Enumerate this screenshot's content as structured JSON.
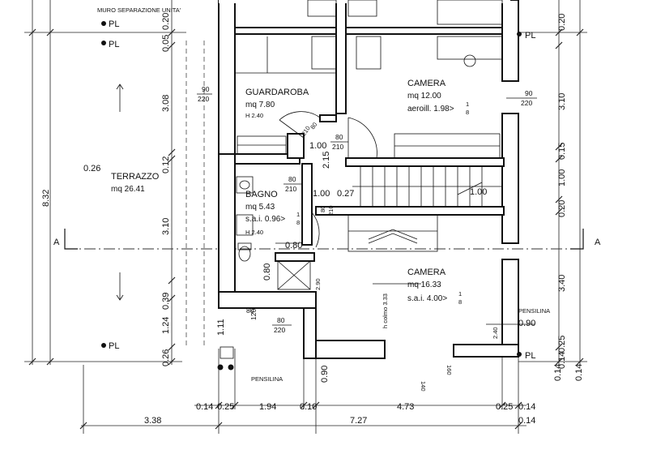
{
  "plan": {
    "header_label": "MURO SEPARAZIONE UNITA'",
    "section_marker": "A",
    "level_marker": "PL",
    "rooms": {
      "guardaroba": {
        "name": "GUARDAROBA",
        "area": "mq 7.80",
        "height": "H 2.40"
      },
      "camera_top": {
        "name": "CAMERA",
        "area": "mq 12.00",
        "ratio": "aeroill. 1.98>",
        "ratio_frac_num": "1",
        "ratio_frac_den": "8"
      },
      "terrazzo": {
        "name": "TERRAZZO",
        "area": "mq 26.41"
      },
      "bagno": {
        "name": "BAGNO",
        "area": "mq 5.43",
        "ratio": "s.a.i. 0.96>",
        "ratio_frac_num": "1",
        "ratio_frac_den": "8",
        "height": "H 2.40"
      },
      "camera_bottom": {
        "name": "CAMERA",
        "area": "mq 16.33",
        "ratio": "s.a.i. 4.00>",
        "ratio_frac_num": "1",
        "ratio_frac_den": "8"
      }
    },
    "labels": {
      "pensilina_bottom": "PENSILINA",
      "pensilina_right": "PENSILINA",
      "h_colmo": "h colmo 3.33"
    },
    "openings": {
      "w90_220_left": {
        "num": "90",
        "den": "220"
      },
      "w90_220_right": {
        "num": "90",
        "den": "220"
      },
      "d80_210_guard": {
        "num": "80",
        "den": "210"
      },
      "d80_210_mid": {
        "num": "80",
        "den": "210"
      },
      "d80_210_bagno": {
        "num": "80",
        "den": "210"
      },
      "d80_210_vert": {
        "num": "80",
        "den": "210"
      },
      "d80_120": {
        "num": "80",
        "den": "120"
      },
      "d80_220": {
        "num": "80",
        "den": "220"
      }
    },
    "dims_left_vertical": [
      "0.20",
      "0.05",
      "3.08",
      "0.12",
      "3.10",
      "0.39",
      "1.24",
      "0.26"
    ],
    "dim_left_total": "8.32",
    "dims_right_vertical": [
      "0.20",
      "3.10",
      "0.15",
      "1.00",
      "0.20",
      "3.40",
      "0.25",
      "0.14"
    ],
    "dim_right_extra": [
      "0.14",
      "0.14"
    ],
    "dims_bottom_row1": [
      "0.14",
      "0.25",
      "1.94",
      "0.10",
      "4.73",
      "0.25",
      "0.14"
    ],
    "dims_bottom_row2": [
      "3.38",
      "7.27",
      "0.14"
    ],
    "dims_inner": {
      "terr_wall": "0.26",
      "d1_00_a": "1.00",
      "d2_15": "2.15",
      "d1_00_b": "1.00",
      "d0_27": "0.27",
      "d1_00_c": "1.00",
      "d0_80_a": "0.80",
      "d0_80_b": "0.80",
      "d2_90": "2.90",
      "d1_11": "1.11",
      "d0_90_a": "0.90",
      "d0_90_b": "0.90",
      "d2_40": "2.40",
      "d140": "140",
      "d160": "160"
    }
  }
}
